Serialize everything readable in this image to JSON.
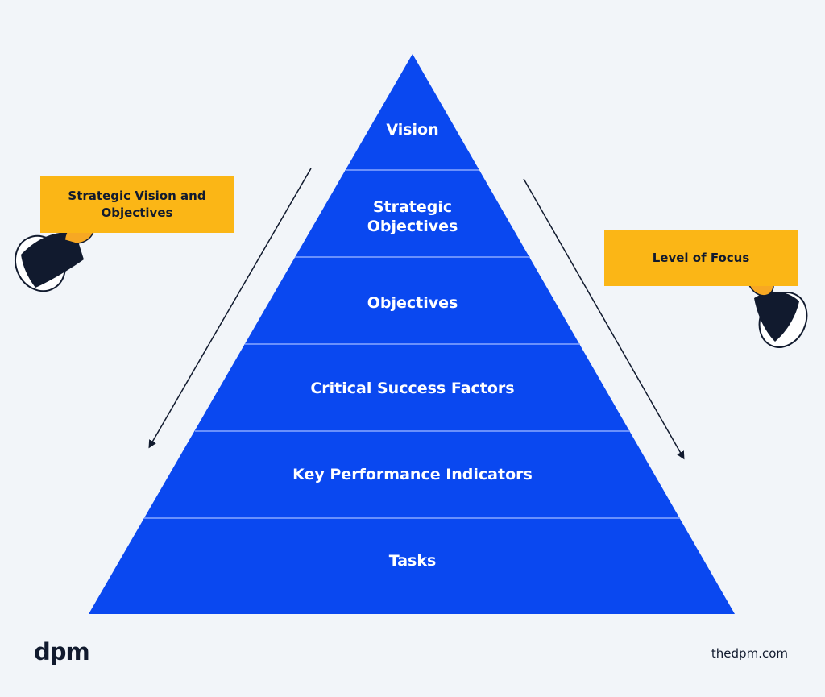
{
  "diagram": {
    "levels": [
      {
        "label": "Vision"
      },
      {
        "label": "Strategic\nObjectives"
      },
      {
        "label": "Objectives"
      },
      {
        "label": "Critical Success Factors"
      },
      {
        "label": "Key Performance Indicators"
      },
      {
        "label": "Tasks"
      }
    ],
    "left_note": "Strategic Vision and Objectives",
    "right_note": "Level of Focus"
  },
  "footer": {
    "logo": "dpm",
    "url": "thedpm.com"
  },
  "colors": {
    "background": "#f2f5f9",
    "pyramid": "#0a48f0",
    "divider": "#8aa8ff",
    "note": "#fbb616",
    "ink": "#111a2e",
    "skin": "#f7a823"
  },
  "icons": [
    "pointing-hand-icon",
    "arrow-down-icon"
  ]
}
